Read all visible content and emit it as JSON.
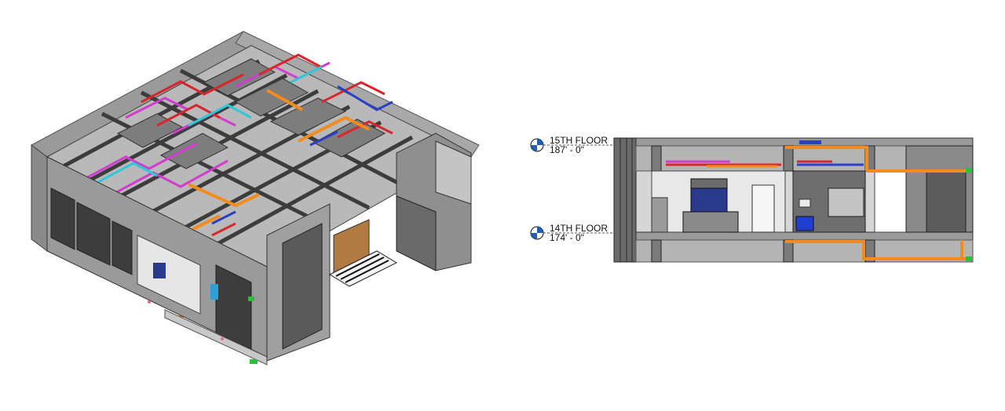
{
  "section": {
    "levels": [
      {
        "name": "15TH FLOOR",
        "elevation": "187' - 0\""
      },
      {
        "name": "14TH FLOOR",
        "elevation": "174' - 0\""
      }
    ]
  },
  "colors": {
    "concrete_dark": "#5a5a5a",
    "concrete_mid": "#8c8c8c",
    "concrete_light": "#c8c8c8",
    "slab": "#b4b4b4",
    "duct_orange": "#f28c1e",
    "pipe_red": "#d8262c",
    "pipe_magenta": "#d23ccf",
    "pipe_cyan": "#2ec8d8",
    "pipe_blue": "#2b3fc8",
    "fixture_blue": "#2a3a8c",
    "green_valve": "#29c13a",
    "wood": "#b07a40",
    "level_marker_blue": "#1f5fb4"
  }
}
